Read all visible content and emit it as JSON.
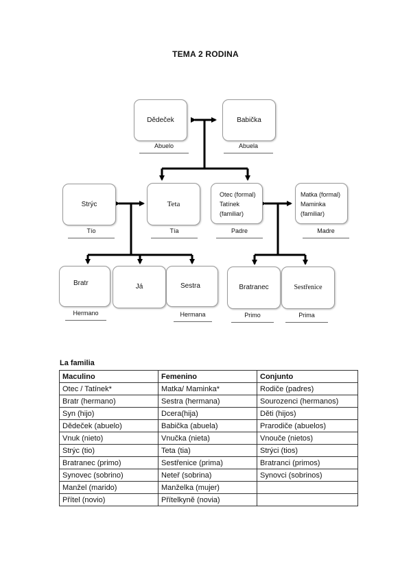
{
  "title": "TEMA 2 RODINA",
  "tree": {
    "dedecek": {
      "name": "Dědeček",
      "caption": "Abuelo"
    },
    "babicka": {
      "name": "Babička",
      "caption": "Abuela"
    },
    "stryc": {
      "name": "Strýc",
      "caption": "Tío"
    },
    "teta": {
      "name": "Teta",
      "caption": "Tía"
    },
    "otec": {
      "lines": [
        "Otec (formal)",
        "Tatínek",
        "(familiar)"
      ],
      "caption": "Padre"
    },
    "matka": {
      "lines": [
        "Matka (formal)",
        "Maminka",
        "(familiar)"
      ],
      "caption": "Madre"
    },
    "bratr": {
      "name": "Bratr",
      "caption": "Hermano"
    },
    "ja": {
      "name": "Já"
    },
    "sestra": {
      "name": "Sestra",
      "caption": "Hermana"
    },
    "bratranec": {
      "name": "Bratranec",
      "caption": "Primo"
    },
    "sestrenice": {
      "name": "Sestřenice",
      "caption": "Prima"
    }
  },
  "family": {
    "title": "La familia",
    "headers": [
      "Maculino",
      "Femenino",
      "Conjunto"
    ],
    "rows": [
      [
        "Otec / Tatínek*",
        "Matka/ Maminka*",
        "Rodiče (padres)"
      ],
      [
        "Bratr (hermano)",
        "Sestra (hermana)",
        "Sourozenci (hermanos)"
      ],
      [
        "Syn (hijo)",
        "Dcera(hija)",
        "Děti (hijos)"
      ],
      [
        "Dědeček (abuelo)",
        "Babička (abuela)",
        "Prarodiče (abuelos)"
      ],
      [
        "Vnuk (nieto)",
        "Vnučka (nieta)",
        "Vnouče (nietos)"
      ],
      [
        "Strýc (tio)",
        "Teta (tia)",
        "Strýci (tios)"
      ],
      [
        "Bratranec (primo)",
        "Sestřenice (prima)",
        "Bratranci (primos)"
      ],
      [
        "Synovec (sobrino)",
        "Neteř (sobrina)",
        "Synovci (sobrinos)"
      ],
      [
        "Manžel (marido)",
        "Manželka (mujer)",
        ""
      ],
      [
        "Přítel (novio)",
        "Přítelkyně (novia)",
        ""
      ]
    ]
  }
}
